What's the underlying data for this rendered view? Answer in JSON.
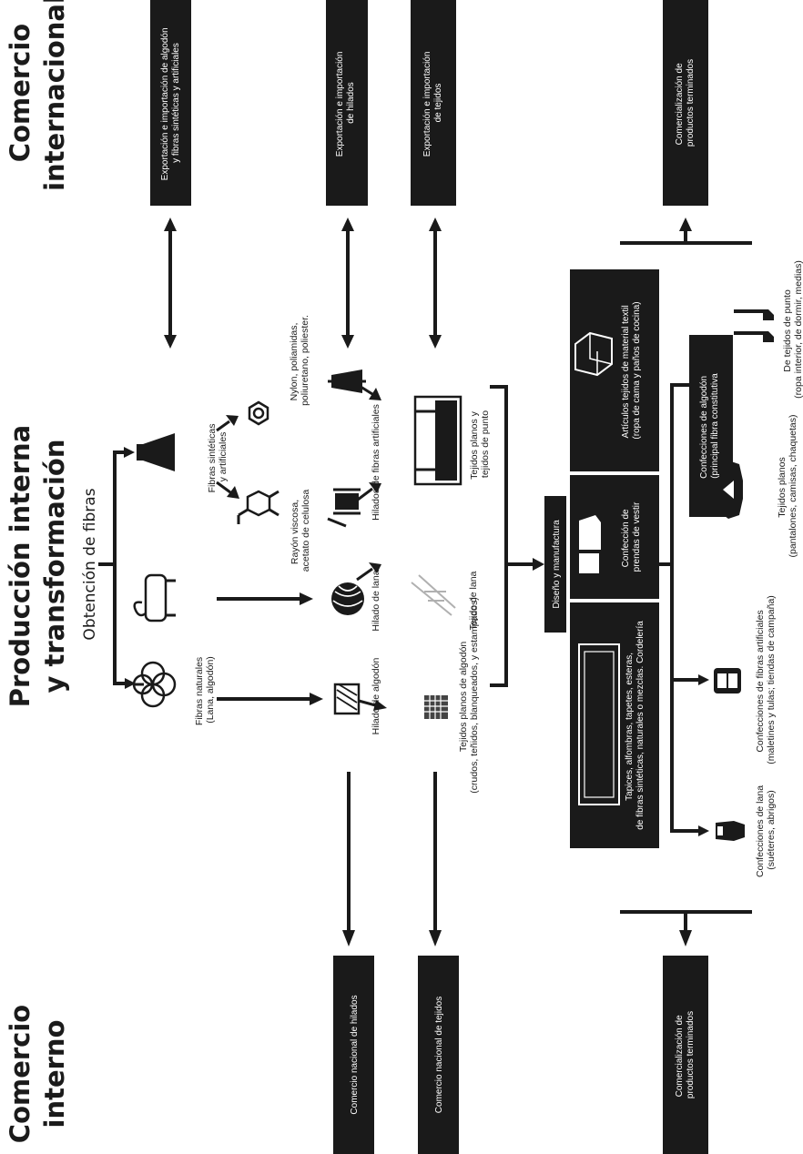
{
  "sections": {
    "internacional": [
      "Comercio",
      "internacional"
    ],
    "produccion": [
      "Producción interna",
      "y transformación"
    ],
    "interno": [
      "Comercio",
      "interno"
    ]
  },
  "subtitle": "Obtención de fibras",
  "top_boxes": [
    [
      "Exportación e importación de algodón",
      "y fibras sintéticas y artificiales"
    ],
    [
      "Exportación e importación",
      "de hilados"
    ],
    [
      "Exportación e importación",
      "de tejidos"
    ],
    [
      "Comercialización de",
      "productos terminados"
    ]
  ],
  "bottom_boxes": [
    [
      "Comercio nacional de hilados"
    ],
    [
      "Comercio nacional de tejidos"
    ],
    [
      "Comercialización de",
      "productos terminados"
    ]
  ],
  "labels": {
    "fibras_naturales": [
      "Fibras naturales",
      "(Lana, algodón)"
    ],
    "fibras_sinteticas": [
      "Fibras sintéticas",
      "y artificiales"
    ],
    "nylon": [
      "Nylon, poliamidas,",
      "poliuretano, poliester."
    ],
    "rayon": [
      "Rayón viscosa,",
      "acetato de celulosa"
    ],
    "hilado_fibras": [
      "Hilados de fibras artificiales"
    ],
    "hilado_lana": [
      "Hilado de lana"
    ],
    "hilado_algodon": [
      "Hilado de algodón"
    ],
    "tejidos_planos_punto": [
      "Tejidos planos y",
      "tejidos de punto"
    ],
    "tejido_lana": [
      "Tejido de lana"
    ],
    "tejidos_algodon": [
      "Tejidos planos de algodón",
      "(crudos, teñidos, blanqueados, y estampados)"
    ]
  },
  "diseno": "Diseño y manufactura",
  "product_boxes": {
    "articulos": [
      "Artículos tejidos de material textil",
      "(ropa de cama y paños de cocina)"
    ],
    "prendas": [
      "Confección de",
      "prendas de vestir"
    ],
    "tapices": [
      "Tapices, alfombras, tapetes, esteras,",
      "de fibras sintéticas, naturales o mezclas. Cordelería"
    ],
    "algodon": [
      "Confecciones de algodón",
      "(principal fibra constitutiva"
    ]
  },
  "products": {
    "punto": [
      "De tejidos de punto",
      "(ropa interior, de dormir, medias)"
    ],
    "planos": [
      "Tejidos planos",
      "(pantalones, camisas, chaquetas)"
    ],
    "artificiales": [
      "Confecciones de fibras artificiales",
      "(maletines y tulas; tiendas de campaña)"
    ],
    "lana": [
      "Confecciones de lana",
      "(suéteres, abrigos)"
    ]
  },
  "icons": [
    "cotton-flower",
    "sheep",
    "flask",
    "benzene-ring",
    "molecule",
    "thread-cone",
    "thread-spool",
    "yarn-ball",
    "fabric-swatch",
    "knitting",
    "loom",
    "bed",
    "clothes",
    "rug",
    "suit-jacket",
    "sweater",
    "backpack",
    "stockings"
  ]
}
